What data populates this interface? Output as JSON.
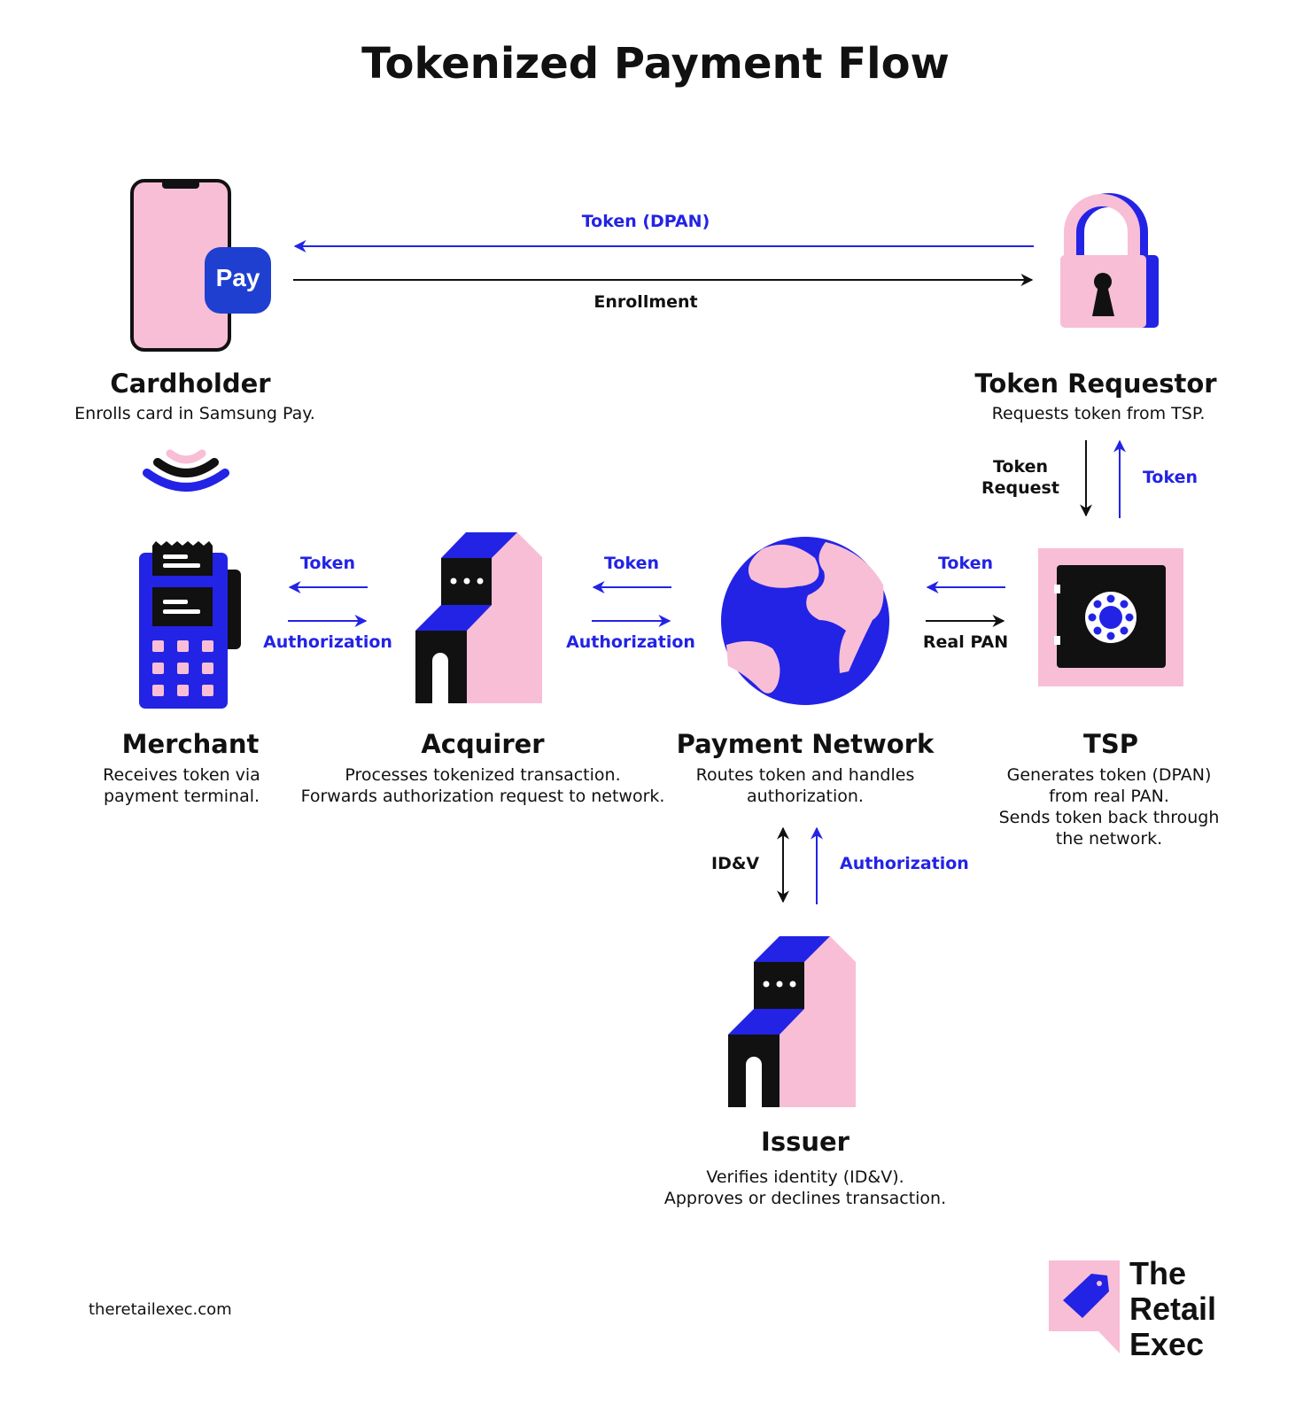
{
  "title": "Tokenized Payment Flow",
  "colors": {
    "blue": "#2323e6",
    "pink": "#f8bed6",
    "black": "#111111"
  },
  "nodes": {
    "cardholder": {
      "title": "Cardholder",
      "desc": "Enrolls card in Samsung Pay.",
      "icon": "phone-icon",
      "badge": "Pay"
    },
    "token_requestor": {
      "title": "Token Requestor",
      "desc": "Requests token from TSP.",
      "icon": "padlock-icon"
    },
    "merchant": {
      "title": "Merchant",
      "desc": [
        "Receives token via",
        "payment terminal."
      ],
      "icon": "payment-terminal-icon"
    },
    "acquirer": {
      "title": "Acquirer",
      "desc": [
        "Processes tokenized transaction.",
        "Forwards authorization request to network."
      ],
      "icon": "building-icon"
    },
    "payment_network": {
      "title": "Payment Network",
      "desc": [
        "Routes token and handles",
        "authorization."
      ],
      "icon": "globe-icon"
    },
    "tsp": {
      "title": "TSP",
      "desc": [
        "Generates token (DPAN)",
        "from real PAN.",
        "Sends token back through",
        "the network."
      ],
      "icon": "safe-icon"
    },
    "issuer": {
      "title": "Issuer",
      "desc": [
        "Verifies identity (ID&V).",
        "Approves or declines transaction."
      ],
      "icon": "building-icon"
    }
  },
  "flows": {
    "requestor_to_cardholder": "Token (DPAN)",
    "cardholder_to_requestor": "Enrollment",
    "requestor_to_tsp": [
      "Token",
      "Request"
    ],
    "tsp_to_requestor": "Token",
    "acquirer_to_merchant": "Token",
    "merchant_to_acquirer": "Authorization",
    "network_to_acquirer": "Token",
    "acquirer_to_network": "Authorization",
    "tsp_to_network": "Token",
    "network_to_tsp": "Real PAN",
    "network_issuer_idv": "ID&V",
    "issuer_to_network": "Authorization"
  },
  "footer": {
    "url": "theretailexec.com"
  },
  "logo": {
    "lines": [
      "The",
      "Retail",
      "Exec"
    ]
  }
}
